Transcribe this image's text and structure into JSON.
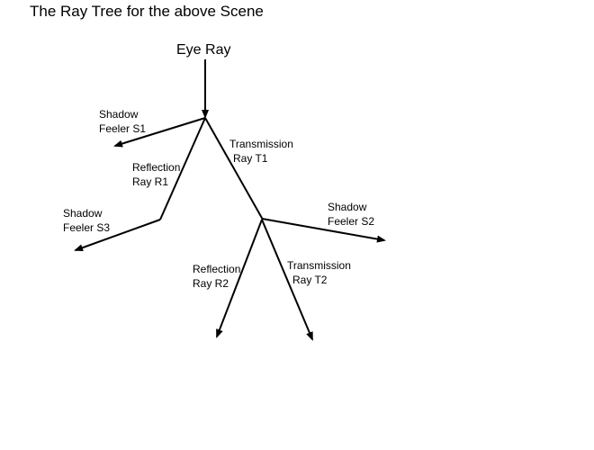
{
  "title": "The Ray Tree for the above Scene",
  "nodes": {
    "eye_ray": "Eye Ray",
    "s1": [
      "Shadow",
      "Feeler S1"
    ],
    "r1": [
      "Reflection",
      "Ray R1"
    ],
    "t1": [
      "Transmission",
      "Ray T1"
    ],
    "s3": [
      "Shadow",
      "Feeler S3"
    ],
    "s2": [
      "Shadow",
      "Feeler S2"
    ],
    "r2": [
      "Reflection",
      "Ray R2"
    ],
    "t2": [
      "Transmission",
      "Ray T2"
    ]
  }
}
